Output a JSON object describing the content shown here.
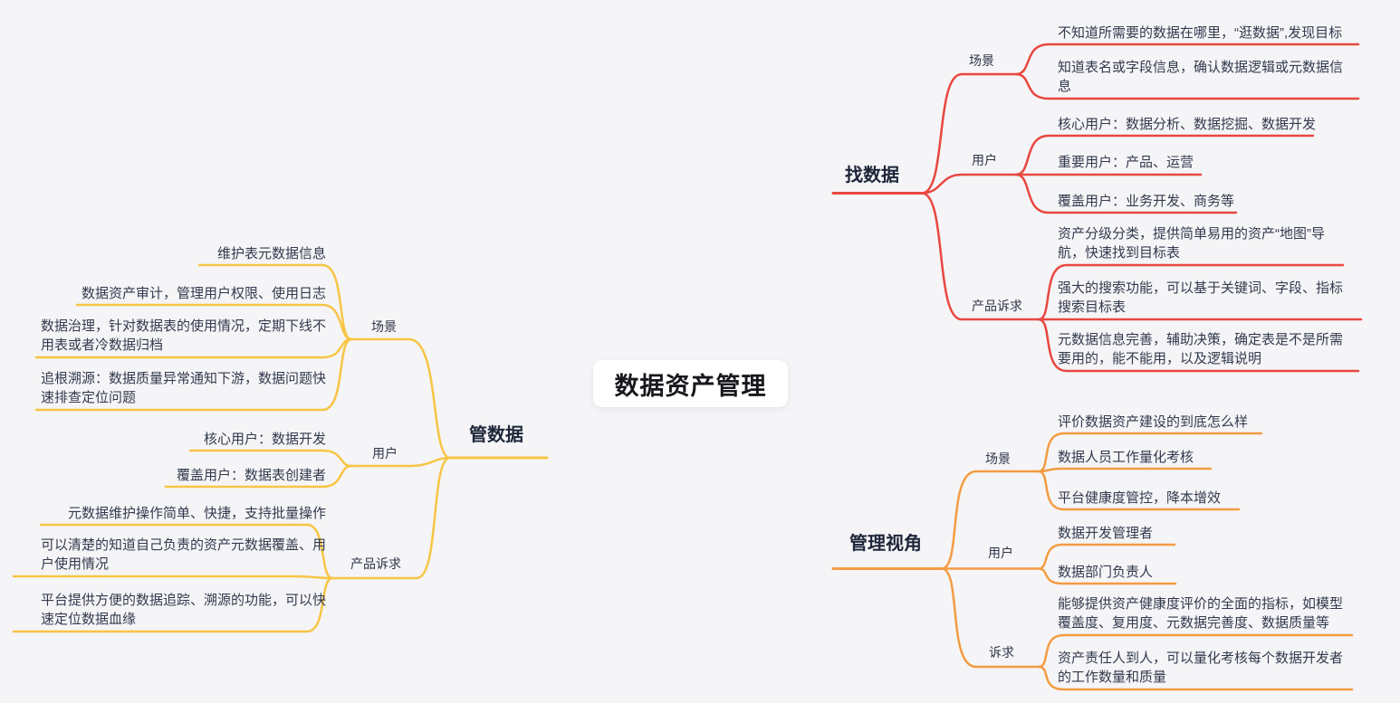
{
  "background": "#f5f5f7",
  "root": {
    "title": "数据资产管理"
  },
  "branches": [
    {
      "label": "找数据",
      "color": "#e94740",
      "groups": [
        {
          "label": "场景",
          "leaves": [
            "不知道所需要的数据在哪里，“逛数据”,发现目标",
            "知道表名或字段信息，确认数据逻辑或元数据信\n息"
          ]
        },
        {
          "label": "用户",
          "leaves": [
            "核心用户：数据分析、数据挖掘、数据开发",
            "重要用户：产品、运营",
            "覆盖用户：业务开发、商务等"
          ]
        },
        {
          "label": "产品诉求",
          "leaves": [
            "资产分级分类，提供简单易用的资产“地图”导\n航，快速找到目标表",
            "强大的搜索功能，可以基于关键词、字段、指标\n搜索目标表",
            "元数据信息完善，辅助决策，确定表是不是所需\n要用的，能不能用，以及逻辑说明"
          ]
        }
      ]
    },
    {
      "label": "管数据",
      "color": "#f7c545",
      "groups": [
        {
          "label": "场景",
          "leaves": [
            "维护表元数据信息",
            "数据资产审计，管理用户权限、使用日志",
            "数据治理，针对数据表的使用情况，定期下线不\n用表或者冷数据归档",
            "追根溯源：数据质量异常通知下游，数据问题快\n速排查定位问题"
          ]
        },
        {
          "label": "用户",
          "leaves": [
            "核心用户：数据开发",
            "覆盖用户：数据表创建者"
          ]
        },
        {
          "label": "产品诉求",
          "leaves": [
            "元数据维护操作简单、快捷，支持批量操作",
            "可以清楚的知道自己负责的资产元数据覆盖、用\n户使用情况",
            "平台提供方便的数据追踪、溯源的功能，可以快\n速定位数据血缘"
          ]
        }
      ]
    },
    {
      "label": "管理视角",
      "color": "#f39c42",
      "groups": [
        {
          "label": "场景",
          "leaves": [
            "评价数据资产建设的到底怎么样",
            "数据人员工作量化考核",
            "平台健康度管控，降本增效"
          ]
        },
        {
          "label": "用户",
          "leaves": [
            "数据开发管理者",
            "数据部门负责人"
          ]
        },
        {
          "label": "诉求",
          "leaves": [
            "能够提供资产健康度评价的全面的指标，如模型\n覆盖度、复用度、元数据完善度、数据质量等",
            "资产责任人到人，可以量化考核每个数据开发者\n的工作数量和质量"
          ]
        }
      ]
    }
  ]
}
